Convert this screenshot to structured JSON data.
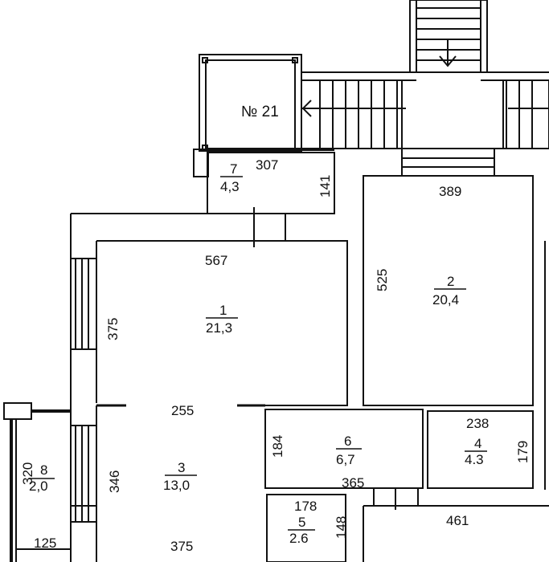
{
  "plan": {
    "unit_no": "№ 21",
    "rooms": [
      {
        "id": "room-1",
        "number": "1",
        "area": "21,3"
      },
      {
        "id": "room-2",
        "number": "2",
        "area": "20,4"
      },
      {
        "id": "room-3",
        "number": "3",
        "area": "13,0"
      },
      {
        "id": "room-4",
        "number": "4",
        "area": "4.3"
      },
      {
        "id": "room-5",
        "number": "5",
        "area": "2.6"
      },
      {
        "id": "room-6",
        "number": "6",
        "area": "6,7"
      },
      {
        "id": "room-7",
        "number": "7",
        "area": "4,3"
      },
      {
        "id": "room-8",
        "number": "8",
        "area": "2,0"
      }
    ],
    "dimensions": {
      "d307": "307",
      "d141": "141",
      "d389": "389",
      "d567": "567",
      "d525": "525",
      "d375a": "375",
      "d255": "255",
      "d184": "184",
      "d238": "238",
      "d179": "179",
      "d346": "346",
      "d365": "365",
      "d178": "178",
      "d148": "148",
      "d461": "461",
      "d320": "320",
      "d125": "125",
      "d375b": "375"
    }
  }
}
